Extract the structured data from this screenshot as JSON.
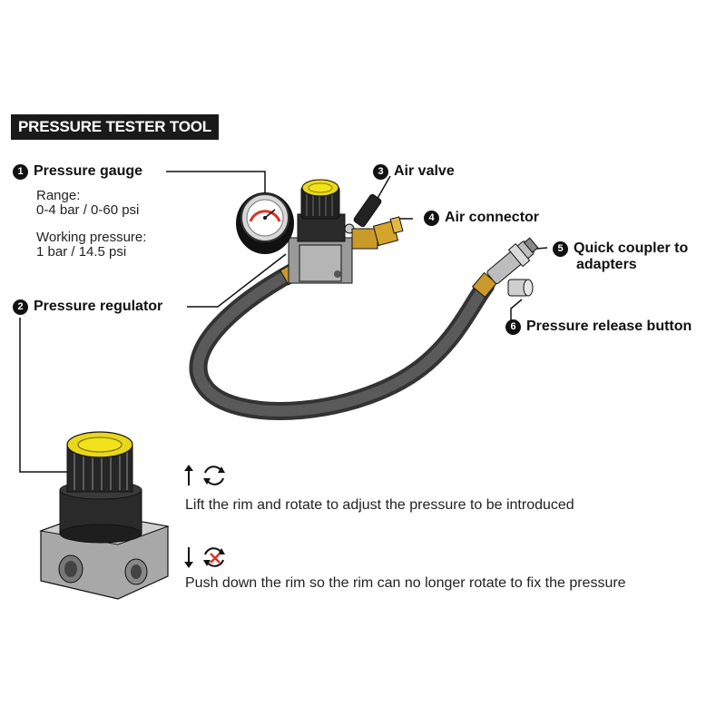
{
  "title": "PRESSURE TESTER TOOL",
  "callouts": [
    {
      "num": "1",
      "label": "Pressure gauge"
    },
    {
      "num": "2",
      "label": "Pressure regulator"
    },
    {
      "num": "3",
      "label": "Air valve"
    },
    {
      "num": "4",
      "label": "Air connector"
    },
    {
      "num": "5",
      "label": "Quick coupler to",
      "label2": "adapters"
    },
    {
      "num": "6",
      "label": "Pressure release button"
    }
  ],
  "gauge_notes": {
    "range_label": "Range:",
    "range_value": "0-4 bar / 0-60 psi",
    "working_label": "Working pressure:",
    "working_value": "1 bar / 14.5 psi"
  },
  "instructions": {
    "lift": "Lift the rim and rotate to adjust the pressure to be introduced",
    "push": "Push down the rim so the rim can no longer rotate to fix the pressure"
  },
  "icons": {
    "lift": [
      "arrow-up-icon",
      "rotate-icon"
    ],
    "push": [
      "arrow-down-icon",
      "no-rotate-icon"
    ]
  },
  "colors": {
    "knob_cap": "#f2e21c",
    "brass": "#d4a52a",
    "hose": "#4a4a4a",
    "no_rotate_mark": "#d9342b"
  }
}
